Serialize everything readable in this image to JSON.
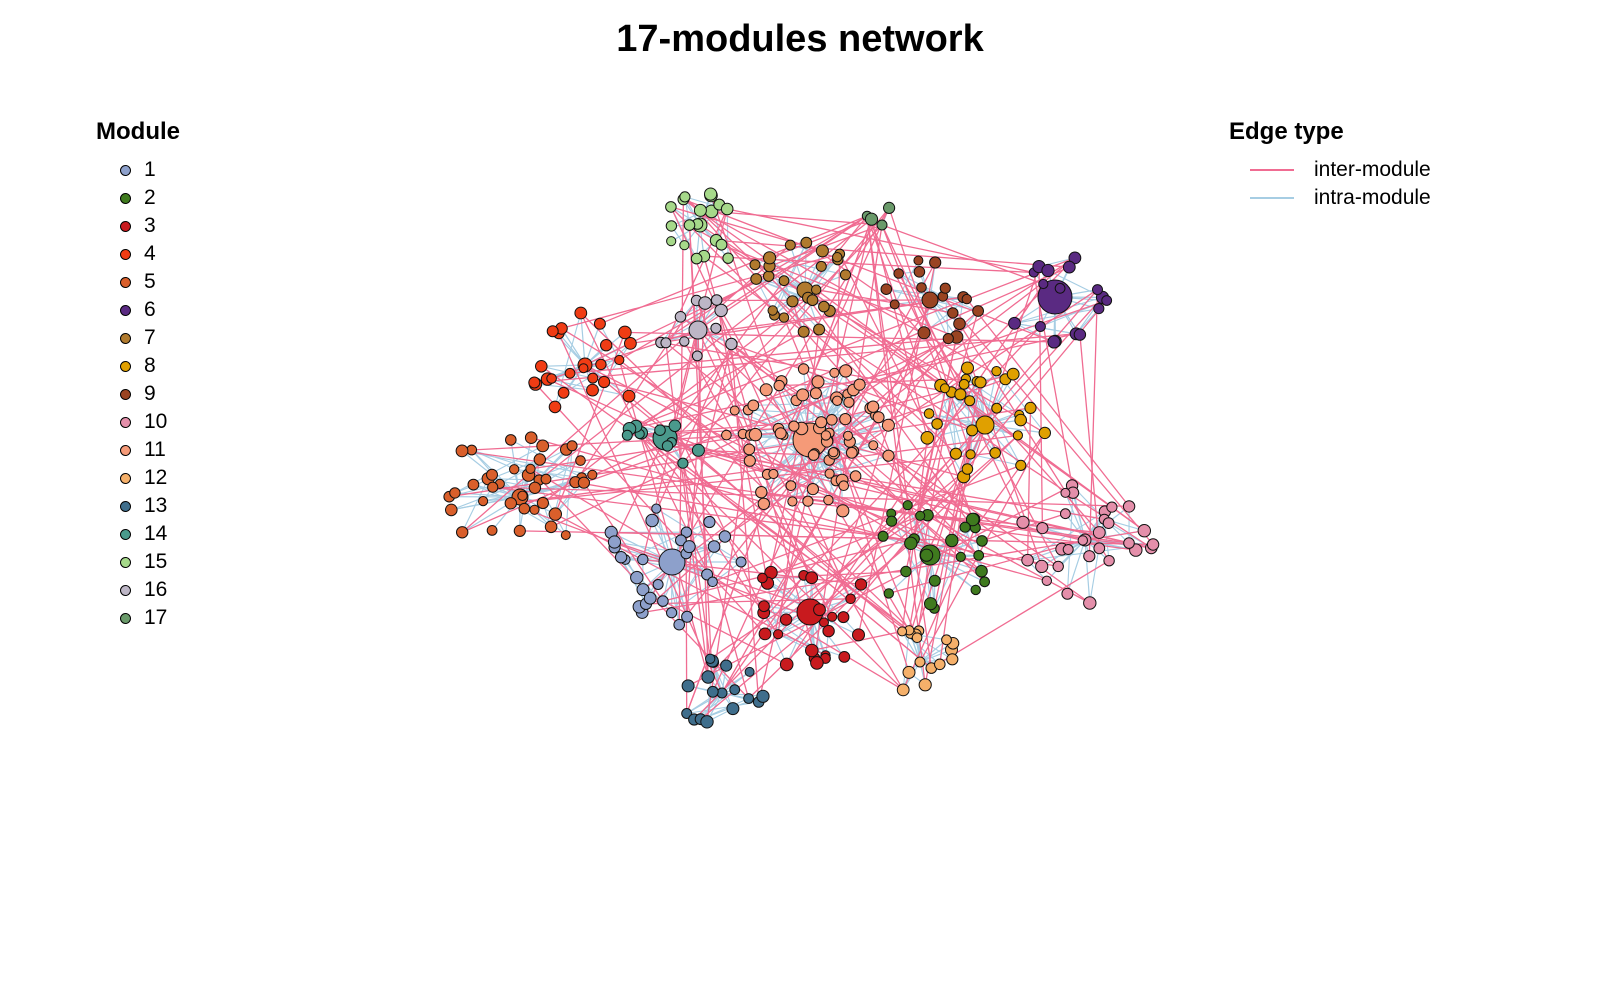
{
  "title": "17-modules network",
  "module_legend": {
    "title": "Module",
    "items": [
      {
        "label": "1",
        "color": "#8DA0CB"
      },
      {
        "label": "2",
        "color": "#3F7A1E"
      },
      {
        "label": "3",
        "color": "#C81A1E"
      },
      {
        "label": "4",
        "color": "#F03C14"
      },
      {
        "label": "5",
        "color": "#D95F2B"
      },
      {
        "label": "6",
        "color": "#5A2A82"
      },
      {
        "label": "7",
        "color": "#B07A2E"
      },
      {
        "label": "8",
        "color": "#E0A000"
      },
      {
        "label": "9",
        "color": "#9A4422"
      },
      {
        "label": "10",
        "color": "#E48FAA"
      },
      {
        "label": "11",
        "color": "#F59A78"
      },
      {
        "label": "12",
        "color": "#F5B06A"
      },
      {
        "label": "13",
        "color": "#3F6E8C"
      },
      {
        "label": "14",
        "color": "#4A9A8C"
      },
      {
        "label": "15",
        "color": "#A6D98A"
      },
      {
        "label": "16",
        "color": "#BDB6C6"
      },
      {
        "label": "17",
        "color": "#6A9A6A"
      }
    ]
  },
  "edge_legend": {
    "title": "Edge type",
    "items": [
      {
        "label": "inter-module",
        "color": "#F06C92"
      },
      {
        "label": "intra-module",
        "color": "#A6CDE3"
      }
    ]
  }
}
